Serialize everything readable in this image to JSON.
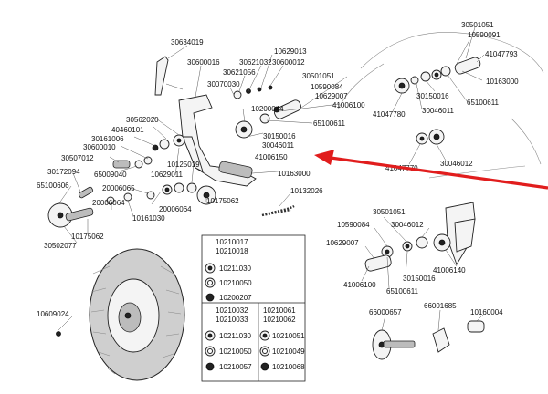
{
  "callouts": [
    {
      "id": "c1",
      "text": "30634019"
    },
    {
      "id": "c2",
      "text": "30600016"
    },
    {
      "id": "c3",
      "text": "30621032"
    },
    {
      "id": "c4",
      "text": "10629013"
    },
    {
      "id": "c5",
      "text": "30600012"
    },
    {
      "id": "c6",
      "text": "30621056"
    },
    {
      "id": "c7",
      "text": "30070030"
    },
    {
      "id": "c8",
      "text": "30501051"
    },
    {
      "id": "c9",
      "text": "10590084"
    },
    {
      "id": "c10",
      "text": "10629007"
    },
    {
      "id": "c11",
      "text": "41006100"
    },
    {
      "id": "c12",
      "text": "10200044"
    },
    {
      "id": "c13",
      "text": "65100611"
    },
    {
      "id": "c14",
      "text": "30562020"
    },
    {
      "id": "c15",
      "text": "40460101"
    },
    {
      "id": "c16",
      "text": "30161006"
    },
    {
      "id": "c17",
      "text": "30600010"
    },
    {
      "id": "c18",
      "text": "30507012"
    },
    {
      "id": "c19",
      "text": "65009040"
    },
    {
      "id": "c20",
      "text": "10629011"
    },
    {
      "id": "c21",
      "text": "10125019"
    },
    {
      "id": "c22",
      "text": "30150016"
    },
    {
      "id": "c23",
      "text": "30046011"
    },
    {
      "id": "c24",
      "text": "41006150"
    },
    {
      "id": "c25",
      "text": "10163000"
    },
    {
      "id": "c26",
      "text": "30172094"
    },
    {
      "id": "c27",
      "text": "65100606"
    },
    {
      "id": "c28",
      "text": "20006065"
    },
    {
      "id": "c29",
      "text": "20006064"
    },
    {
      "id": "c30",
      "text": "10161030"
    },
    {
      "id": "c31",
      "text": "20006064"
    },
    {
      "id": "c32",
      "text": "10175062"
    },
    {
      "id": "c33",
      "text": "10175062"
    },
    {
      "id": "c34",
      "text": "30502077"
    },
    {
      "id": "c35",
      "text": "10132026"
    },
    {
      "id": "c36",
      "text": "30501051"
    },
    {
      "id": "c37",
      "text": "10590091"
    },
    {
      "id": "c38",
      "text": "41047793"
    },
    {
      "id": "c39",
      "text": "10163000"
    },
    {
      "id": "c40",
      "text": "30150016"
    },
    {
      "id": "c41",
      "text": "65100611"
    },
    {
      "id": "c42",
      "text": "41047780"
    },
    {
      "id": "c43",
      "text": "30046011"
    },
    {
      "id": "c44",
      "text": "41047770"
    },
    {
      "id": "c45",
      "text": "30046012"
    },
    {
      "id": "c46",
      "text": "30501051"
    },
    {
      "id": "c47",
      "text": "10590084"
    },
    {
      "id": "c48",
      "text": "30046012"
    },
    {
      "id": "c49",
      "text": "10629007"
    },
    {
      "id": "c50",
      "text": "41006140"
    },
    {
      "id": "c51",
      "text": "41006100"
    },
    {
      "id": "c52",
      "text": "30150016"
    },
    {
      "id": "c53",
      "text": "65100611"
    },
    {
      "id": "c54",
      "text": "10609024"
    },
    {
      "id": "c55",
      "text": "66000657"
    },
    {
      "id": "c56",
      "text": "66001685"
    },
    {
      "id": "c57",
      "text": "10160004"
    }
  ],
  "parts_table": {
    "block1": {
      "header": [
        "10210017",
        "10210018"
      ],
      "rows": [
        "10211030",
        "10210050",
        "10200207"
      ]
    },
    "block2": {
      "header_left": [
        "10210032",
        "10210033"
      ],
      "header_right": [
        "10210061",
        "10210062"
      ],
      "rows_left": [
        "10211030",
        "10210050",
        "10210057"
      ],
      "rows_right": [
        "10210051",
        "10210049",
        "10210068"
      ]
    }
  },
  "colors": {
    "arrow": "#e11d1d",
    "ink": "#111111",
    "line": "#444444"
  }
}
